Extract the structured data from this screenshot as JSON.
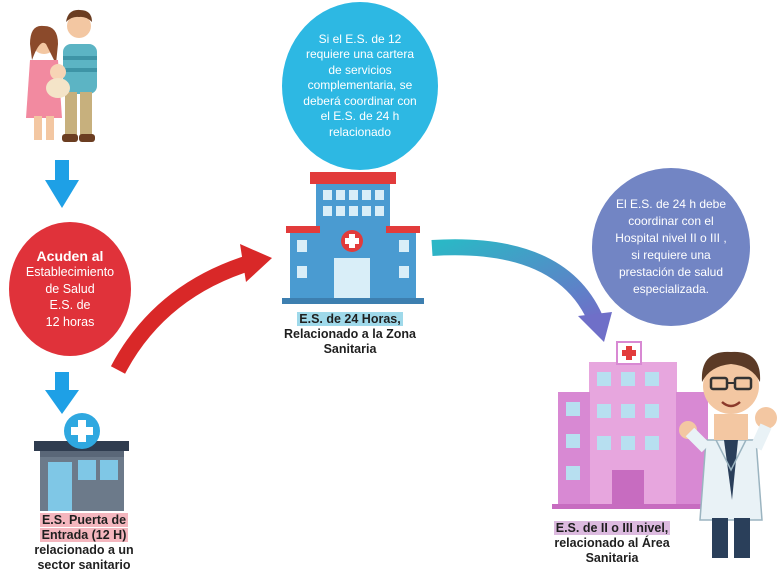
{
  "node_red": {
    "title": "Acuden al",
    "lines": [
      "Establecimiento",
      "de Salud",
      "E.S.  de",
      "12 horas"
    ]
  },
  "node_blue": {
    "lines": [
      "Si el E.S. de 12",
      "requiere una cartera",
      "de servicios",
      "complementaria, se",
      "deberá coordinar con",
      "el E.S. de 24 h",
      "relacionado"
    ]
  },
  "node_purple": {
    "lines": [
      "El E.S. de 24 h debe",
      "coordinar con el",
      "Hospital nivel II o III ,",
      "si requiere una",
      "prestación de salud",
      "especializada."
    ]
  },
  "label_12h": {
    "highlight": [
      "E.S. Puerta de",
      "Entrada (12 H)"
    ],
    "rest": [
      "relacionado a un",
      "sector sanitario"
    ]
  },
  "label_24h": {
    "highlight": [
      "E.S. de 24 Horas,"
    ],
    "rest": [
      "Relacionado a la Zona",
      "Sanitaria"
    ]
  },
  "label_hospital": {
    "highlight": [
      "E.S. de II o III nivel,"
    ],
    "rest": [
      "relacionado al Área",
      "Sanitaria"
    ]
  },
  "colors": {
    "red": "#e0323a",
    "blue": "#2db8e3",
    "purple": "#7285c4",
    "arrow_blue": "#1ea0e6",
    "label_pink": "#f4b6be",
    "label_cyan": "#9fd9ea",
    "label_lilac": "#dcbadf"
  },
  "icons": [
    "family-icon",
    "clinic-12h-icon",
    "building-24h-icon",
    "hospital-icon",
    "doctor-icon"
  ]
}
